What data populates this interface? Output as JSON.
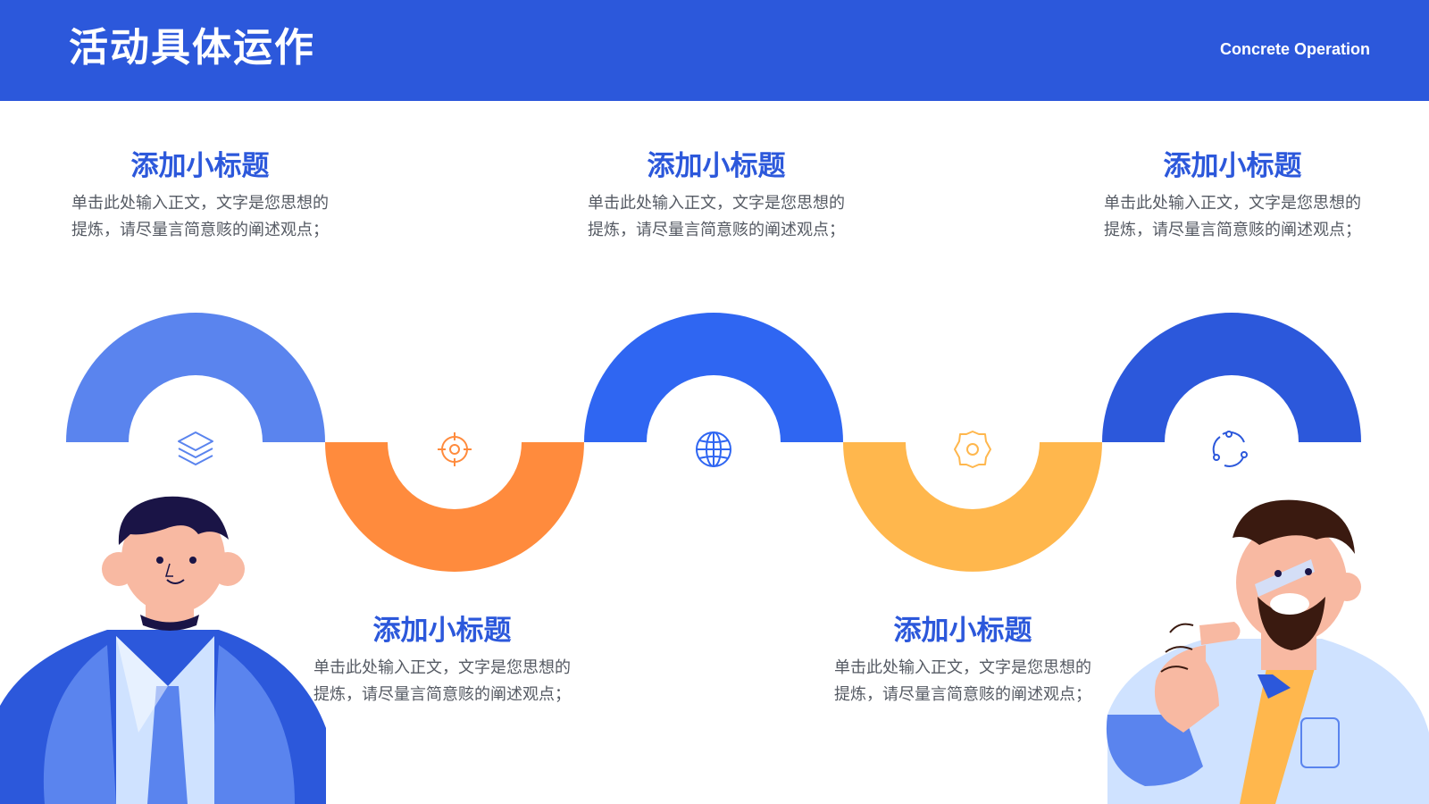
{
  "header": {
    "title": "活动具体运作",
    "subtitle": "Concrete Operation"
  },
  "steps": [
    {
      "title": "添加小标题",
      "body": "单击此处输入正文，文字是您思想的提炼，请尽量言简意赅的阐述观点；",
      "icon": "layers-icon",
      "color": "#5a84ee"
    },
    {
      "title": "添加小标题",
      "body": "单击此处输入正文，文字是您思想的提炼，请尽量言简意赅的阐述观点；",
      "icon": "target-icon",
      "color": "#ff8b3d"
    },
    {
      "title": "添加小标题",
      "body": "单击此处输入正文，文字是您思想的提炼，请尽量言简意赅的阐述观点；",
      "icon": "globe-icon",
      "color": "#2f66f2"
    },
    {
      "title": "添加小标题",
      "body": "单击此处输入正文，文字是您思想的提炼，请尽量言简意赅的阐述观点；",
      "icon": "gear-icon",
      "color": "#ffb74d"
    },
    {
      "title": "添加小标题",
      "body": "单击此处输入正文，文字是您思想的提炼，请尽量言简意赅的阐述观点；",
      "icon": "cycle-icon",
      "color": "#2c58db"
    }
  ],
  "colors": {
    "accent": "#2c58db",
    "text": "#555a63"
  }
}
